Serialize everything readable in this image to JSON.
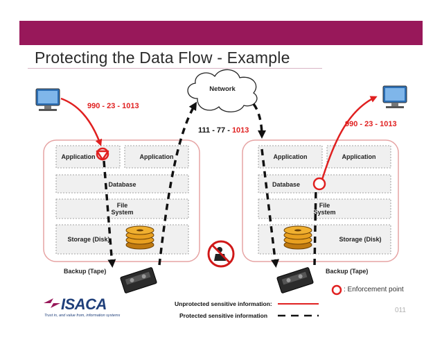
{
  "header": {
    "title": "Protecting the Data Flow - Example",
    "band_color": "#98185a"
  },
  "diagram": {
    "network_label": "Network",
    "left_system": {
      "app1": "Application",
      "app2": "Application",
      "database": "Database",
      "file_system_line1": "File",
      "file_system_line2": "System",
      "storage": "Storage (Disk)",
      "backup": "Backup (Tape)"
    },
    "right_system": {
      "app1": "Application",
      "app2": "Application",
      "database": "Database",
      "file_system_line1": "File",
      "file_system_line2": "System",
      "storage": "Storage (Disk)",
      "backup": "Backup (Tape)"
    },
    "left_value": "990 - 23 - 1013",
    "right_value": "990 - 23 - 1013",
    "token_prefix": "111 - 77 - ",
    "token_suffix": "1013"
  },
  "legend": {
    "enforcement": ": Enforcement point",
    "unprotected": "Unprotected sensitive information:",
    "protected": "Protected sensitive information"
  },
  "footer": {
    "logo_text": "ISACA",
    "tagline": "Trust in, and value from, information systems",
    "slide_number": "011"
  },
  "colors": {
    "accent_red": "#e02020",
    "brand": "#98185a",
    "box_border": "#e6a3a3"
  }
}
